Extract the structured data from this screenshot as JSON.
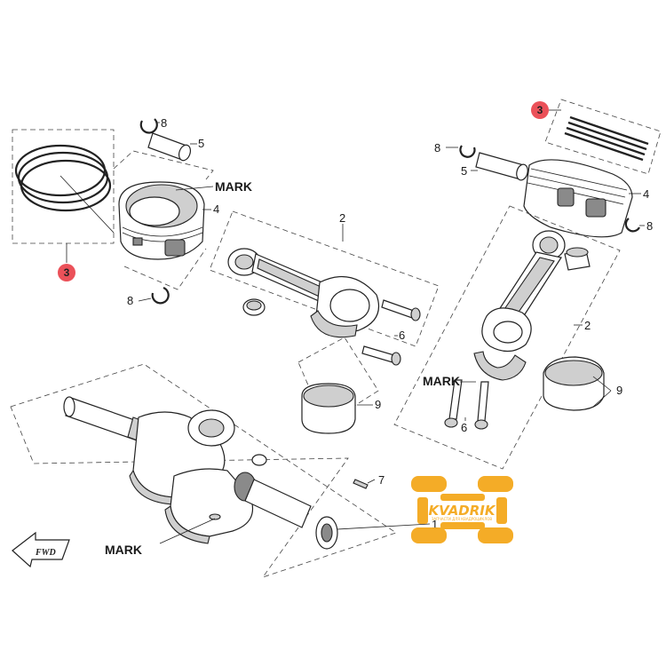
{
  "diagram": {
    "part_numbers": {
      "ring_set_left": "3",
      "ring_set_right": "3",
      "circlip_top_left": "8",
      "circlip_bottom_left": "8",
      "circlip_top_right": "8",
      "circlip_side_right": "8",
      "pin_left": "5",
      "pin_right": "5",
      "piston_left": "4",
      "piston_right": "4",
      "conrod_center": "2",
      "conrod_right": "2",
      "bolts_center": "6",
      "bolts_right": "6",
      "bearing_center": "9",
      "bearing_right": "9",
      "key": "7",
      "crankshaft": "1"
    },
    "marks": {
      "piston_mark": "MARK",
      "rod_mark": "MARK",
      "crank_mark": "MARK"
    },
    "fwd_label": "FWD",
    "highlight_color": "#e8323c"
  },
  "watermark": {
    "brand": "KVADRIK",
    "tagline": "ЗАПЧАСТИ ДЛЯ КВАДРОЦИКЛОВ",
    "color": "#f4a81c"
  }
}
